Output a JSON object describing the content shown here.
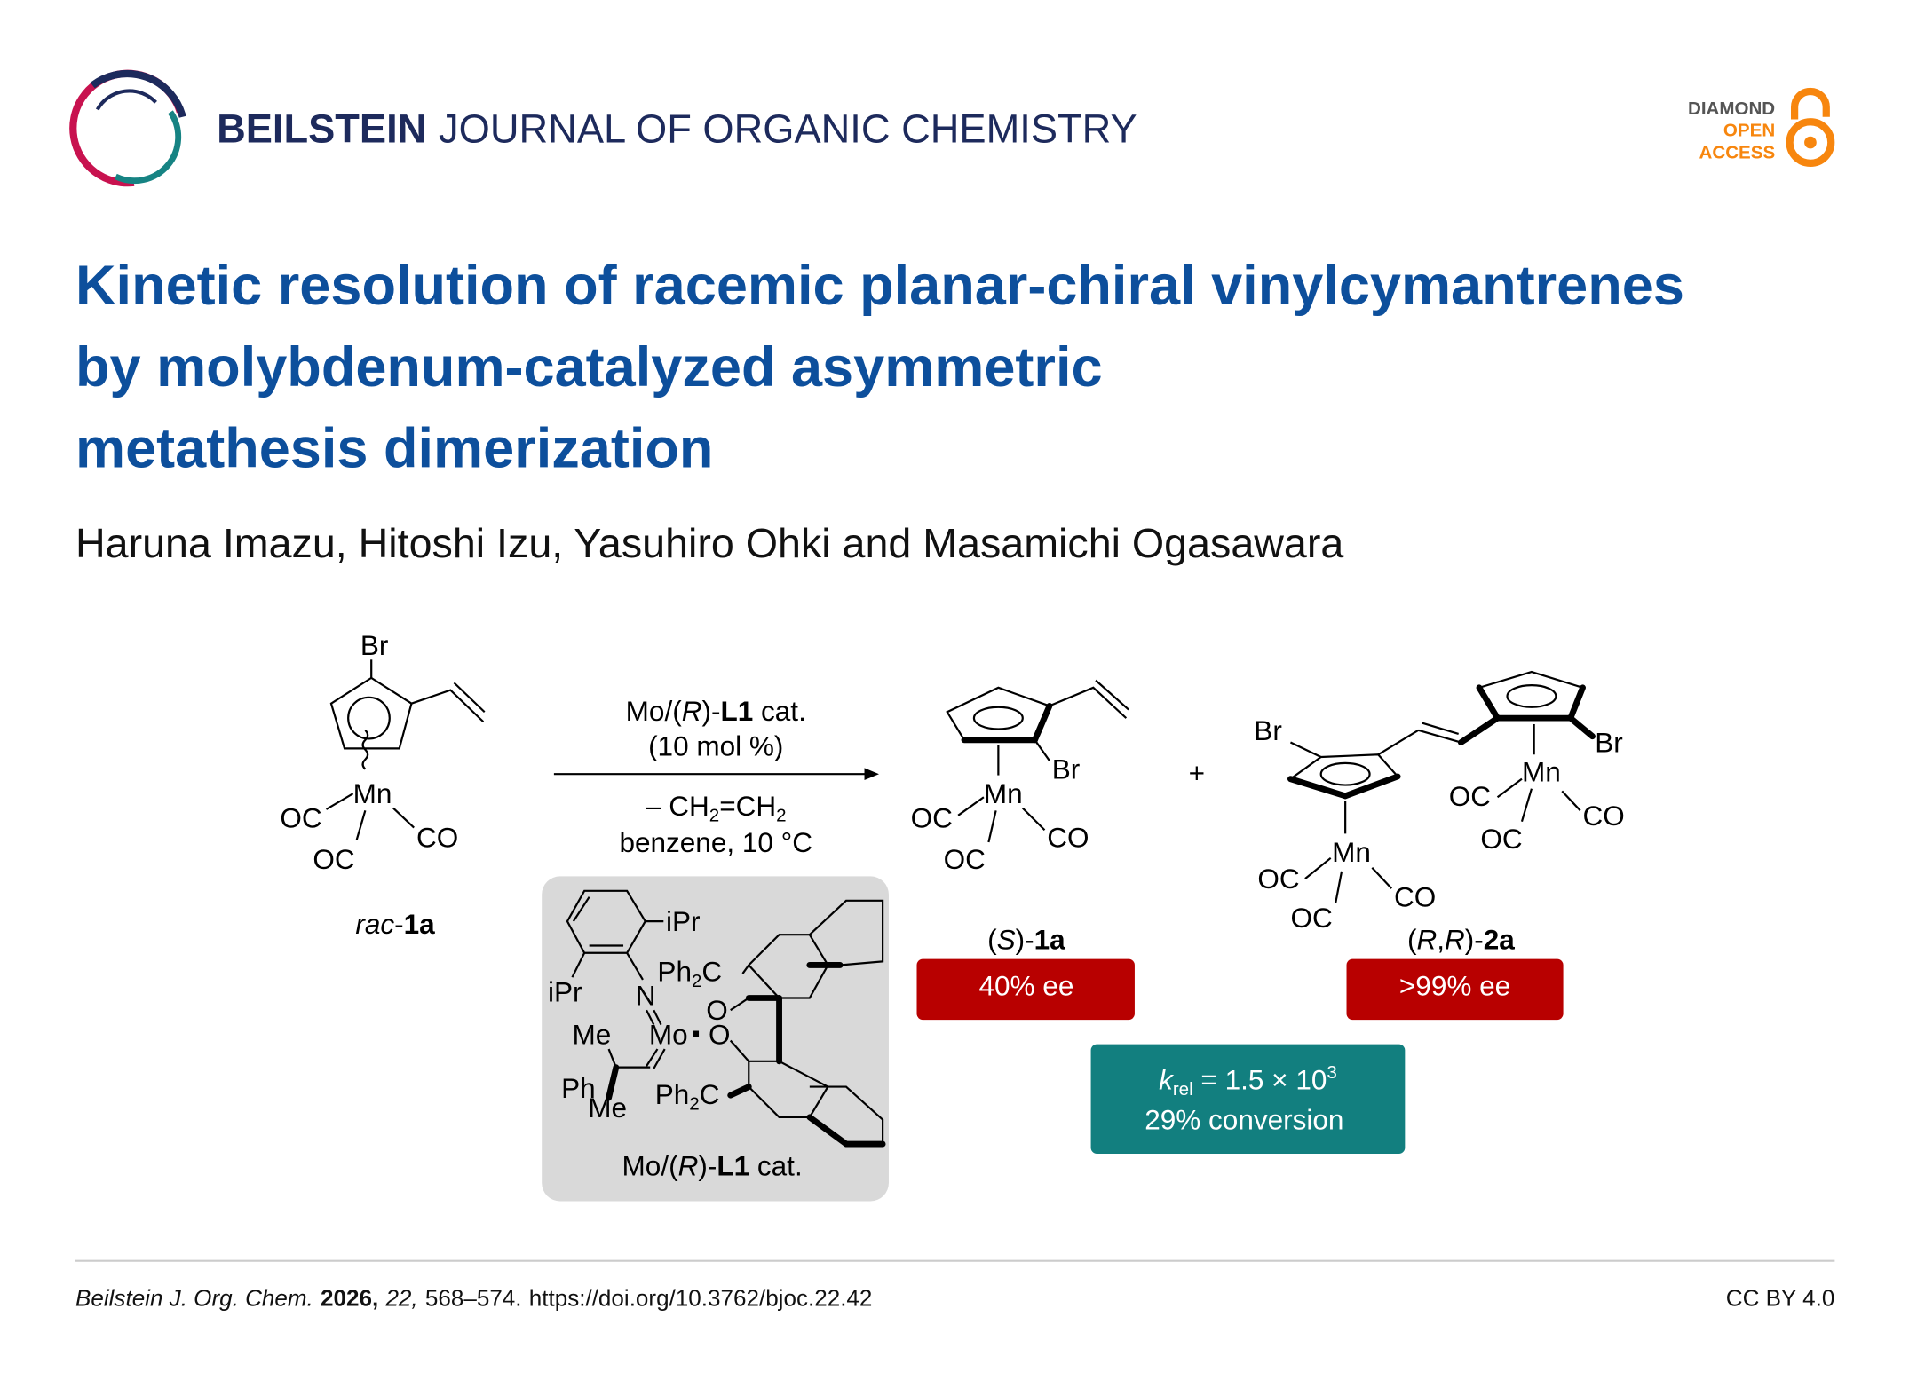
{
  "header": {
    "journal_bold": "BEILSTEIN",
    "journal_rest": "JOURNAL OF ORGANIC CHEMISTRY",
    "badge": [
      "DIAMOND",
      "OPEN",
      "ACCESS"
    ]
  },
  "title": [
    "Kinetic resolution of racemic planar-chiral vinylcymantrenes",
    "by molybdenum-catalyzed asymmetric",
    "metathesis dimerization"
  ],
  "authors": "Haruna Imazu, Hitoshi Izu, Yasuhiro Ohki and Masamichi Ogasawara",
  "scheme": {
    "reactant": {
      "br": "Br",
      "mn": "Mn",
      "oc1": "OC",
      "co": "CO",
      "oc2": "OC",
      "label_italic": "rac",
      "label_bold": "1a"
    },
    "conditions": {
      "line1_a": "Mo/(",
      "line1_r": "R",
      "line1_b": ")-",
      "line1_l1": "L1",
      "line1_c": " cat.",
      "line2": "(10 mol %)",
      "line3_a": "– CH",
      "sub2": "2",
      "line3_b": "=CH",
      "line4": "benzene, 10 °C"
    },
    "catalyst": {
      "ipr1": "iPr",
      "ipr2": "iPr",
      "n": "N",
      "ph2c_1": "Ph",
      "ph2c_1c": "C",
      "o1": "O",
      "mo": "Mo",
      "o2": "O",
      "me1": "Me",
      "ph": "Ph",
      "me2": "Me",
      "ph2c_2": "Ph",
      "ph2c_2c": "C",
      "sub2": "2",
      "label_a": "Mo/(",
      "label_r": "R",
      "label_b": ")-",
      "label_l1": "L1",
      "label_c": " cat."
    },
    "product1": {
      "br": "Br",
      "mn": "Mn",
      "oc1": "OC",
      "co": "CO",
      "oc2": "OC",
      "label_a": "(",
      "label_s": "S",
      "label_b": ")-",
      "label_bold": "1a",
      "ee": "40% ee"
    },
    "plus": "+",
    "product2": {
      "br1": "Br",
      "br2": "Br",
      "mn1": "Mn",
      "mn2": "Mn",
      "oc1": "OC",
      "co1": "CO",
      "oc2": "OC",
      "oc3": "OC",
      "co2": "CO",
      "oc4": "OC",
      "label_a": "(",
      "label_r1": "R",
      "label_comma": ",",
      "label_r2": "R",
      "label_b": ")-",
      "label_bold": "2a",
      "ee": ">99% ee"
    },
    "krel": {
      "k": "k",
      "sub": "rel",
      "eq": " = 1.5 × 10",
      "sup": "3",
      "conversion": "29% conversion"
    }
  },
  "footer": {
    "journal": "Beilstein J. Org. Chem.",
    "year": "2026,",
    "volume": "22,",
    "pages": "568–574.",
    "doi": "https://doi.org/10.3762/bjoc.22.42",
    "license": "CC BY 4.0"
  },
  "colors": {
    "title": "#0d4f9c",
    "navy": "#1d2a5c",
    "orange": "#f7860e",
    "red": "#b80000",
    "teal": "#127f7f"
  }
}
